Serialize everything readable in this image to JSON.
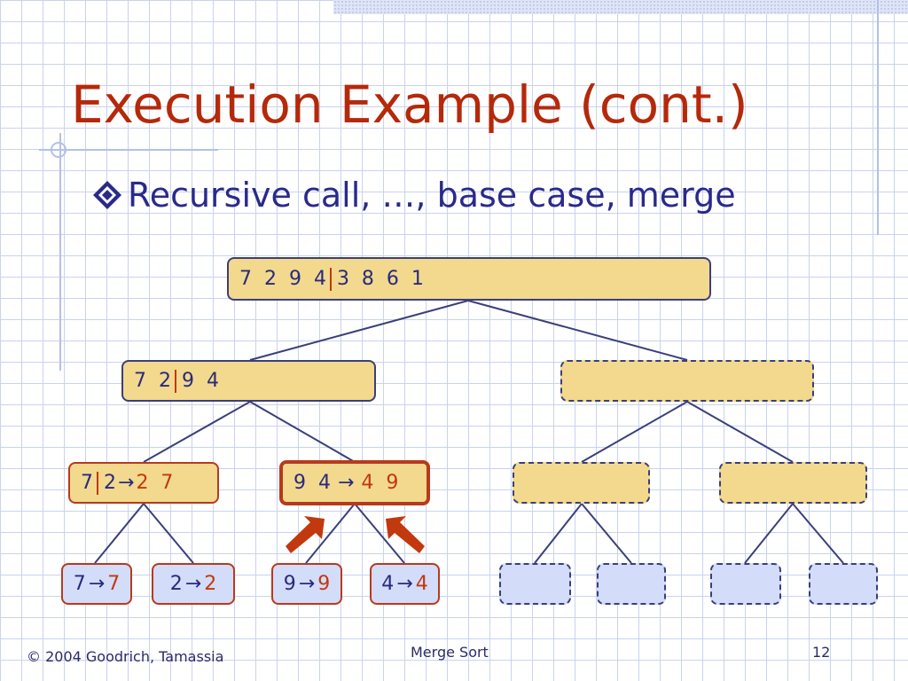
{
  "slide": {
    "title": "Execution Example (cont.)",
    "bullet": "Recursive call, …, base case, merge"
  },
  "tree": {
    "root": {
      "left": "7  2  9  4",
      "right": "3  8  6  1"
    },
    "level1_left": {
      "left": "7  2",
      "right": "9  4"
    },
    "level2_a": {
      "left": "7",
      "right": "2",
      "arrow": "→",
      "result": "2  7"
    },
    "level2_b": {
      "input": "9  4",
      "arrow": "→",
      "result": "4  9"
    },
    "leaves": [
      {
        "input": "7",
        "arrow": "→",
        "result": "7"
      },
      {
        "input": "2",
        "arrow": "→",
        "result": "2"
      },
      {
        "input": "9",
        "arrow": "→",
        "result": "9"
      },
      {
        "input": "4",
        "arrow": "→",
        "result": "4"
      }
    ]
  },
  "footer": {
    "copyright": "© 2004 Goodrich, Tamassia",
    "center": "Merge Sort",
    "page": "12"
  },
  "colors": {
    "title": "#b5290b",
    "text": "#2a2a8a",
    "node_fill": "#f2d98e",
    "leaf_fill": "#d3dcf8",
    "highlight": "#c2380f"
  },
  "icons": [
    "diamond-bullet-icon",
    "up-right-arrow-icon",
    "up-left-arrow-icon"
  ]
}
